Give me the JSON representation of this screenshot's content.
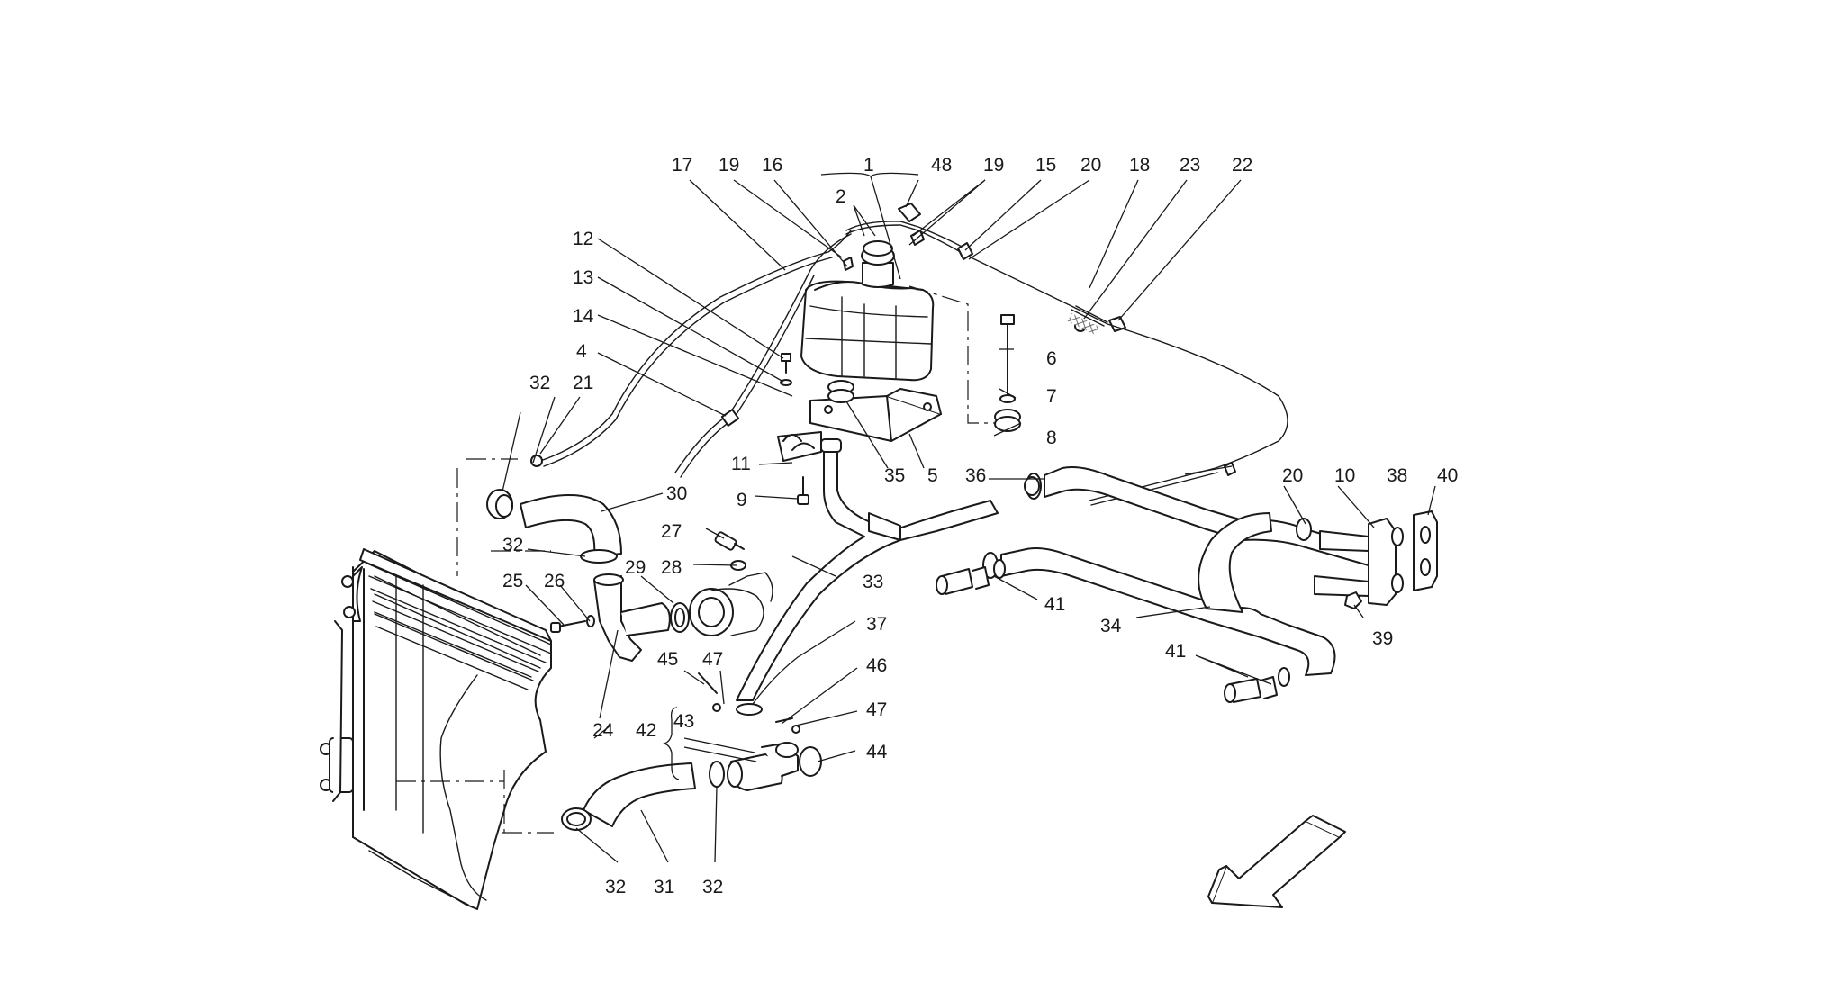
{
  "callouts": {
    "c1": "1",
    "c2": "2",
    "c4": "4",
    "c5": "5",
    "c6": "6",
    "c7": "7",
    "c8": "8",
    "c9": "9",
    "c10": "10",
    "c11": "11",
    "c12": "12",
    "c13": "13",
    "c14": "14",
    "c15": "15",
    "c16": "16",
    "c17": "17",
    "c18": "18",
    "c19": "19",
    "c19b": "19",
    "c20": "20",
    "c20b": "20",
    "c21": "21",
    "c22": "22",
    "c23": "23",
    "c24": "24",
    "c25": "25",
    "c26": "26",
    "c27": "27",
    "c28": "28",
    "c29": "29",
    "c30": "30",
    "c31": "31",
    "c32a": "32",
    "c32b": "32",
    "c32c": "32",
    "c32d": "32",
    "c33": "33",
    "c34": "34",
    "c35": "35",
    "c36": "36",
    "c37": "37",
    "c38": "38",
    "c39": "39",
    "c40": "40",
    "c41a": "41",
    "c41b": "41",
    "c42": "42",
    "c43": "43",
    "c44": "44",
    "c45": "45",
    "c46": "46",
    "c47a": "47",
    "c47b": "47",
    "c48": "48"
  },
  "icons": {
    "direction": "front-direction-arrow-icon"
  }
}
